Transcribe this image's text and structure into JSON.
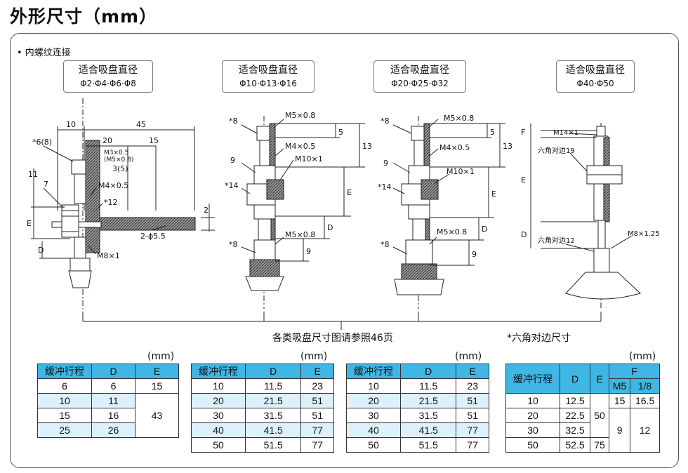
{
  "title": "外形尺寸（mm）",
  "section": "• 内螺纹连接",
  "cups": [
    {
      "title": "适合吸盘直径",
      "sizes": "Φ2·Φ4·Φ6·Φ8"
    },
    {
      "title": "适合吸盘直径",
      "sizes": "Φ10·Φ13·Φ16"
    },
    {
      "title": "适合吸盘直径",
      "sizes": "Φ20·Φ25·Φ32"
    },
    {
      "title": "适合吸盘直径",
      "sizes": "Φ40·Φ50"
    }
  ],
  "drawing1": {
    "d10": "10",
    "d45": "45",
    "d20": "20",
    "d15": "15",
    "hex": "*6(8)",
    "m3": "M3×0.5",
    "m5": "(M5×0.8)",
    "d11": "11",
    "d3": "3(5)",
    "d7": "7",
    "m4": "M4×0.5",
    "s12": "*12",
    "d2": "2",
    "E": "E",
    "D": "D",
    "hole": "2-ϕ5.5",
    "m8": "M8×1"
  },
  "drawing2": {
    "s8a": "*8",
    "m5a": "M5×0.8",
    "d5": "5",
    "d13": "13",
    "m4": "M4×0.5",
    "d9": "9",
    "m10": "M10×1",
    "s14": "*14",
    "E": "E",
    "D": "D",
    "m5b": "M5×0.8",
    "s8b": "*8",
    "d9b": "9"
  },
  "drawing3": {
    "s8a": "*8",
    "m5a": "M5×0.8",
    "d5": "5",
    "d13": "13",
    "m4": "M4×0.5",
    "d9": "9",
    "m10": "M10×1",
    "s14": "*14",
    "E": "E",
    "D": "D",
    "m5b": "M5×0.8",
    "s8b": "*8",
    "d9b": "9"
  },
  "drawing4": {
    "F": "F",
    "m14": "M14×1",
    "hex19": "六角对边19",
    "E": "E",
    "D": "D",
    "hex12": "六角对边12",
    "m8": "M8×1.25"
  },
  "ref_note": "各类吸盘尺寸图请参照46页",
  "hex_note": "*六角对边尺寸",
  "unit": "(mm)",
  "table1": {
    "headers": [
      "缓冲行程",
      "D",
      "E"
    ],
    "rows": [
      [
        "6",
        "6",
        "15"
      ],
      [
        "10",
        "11",
        ""
      ],
      [
        "15",
        "16",
        "43"
      ],
      [
        "25",
        "26",
        ""
      ]
    ]
  },
  "table2": {
    "headers": [
      "缓冲行程",
      "D",
      "E"
    ],
    "rows": [
      [
        "10",
        "11.5",
        "23"
      ],
      [
        "20",
        "21.5",
        "51"
      ],
      [
        "30",
        "31.5",
        "51"
      ],
      [
        "40",
        "41.5",
        "77"
      ],
      [
        "50",
        "51.5",
        "77"
      ]
    ]
  },
  "table3": {
    "headers": [
      "缓冲行程",
      "D",
      "E"
    ],
    "rows": [
      [
        "10",
        "11.5",
        "23"
      ],
      [
        "20",
        "21.5",
        "51"
      ],
      [
        "30",
        "31.5",
        "51"
      ],
      [
        "40",
        "41.5",
        "77"
      ],
      [
        "50",
        "51.5",
        "77"
      ]
    ]
  },
  "table4": {
    "headers": [
      "缓冲行程",
      "D",
      "E",
      "F"
    ],
    "subheaders": [
      "M5",
      "1/8"
    ],
    "rows": [
      [
        "10",
        "12.5",
        "",
        "15",
        "16.5"
      ],
      [
        "20",
        "22.5",
        "50",
        "",
        ""
      ],
      [
        "30",
        "32.5",
        "",
        "9",
        "12"
      ],
      [
        "50",
        "52.5",
        "75",
        "",
        ""
      ]
    ]
  }
}
